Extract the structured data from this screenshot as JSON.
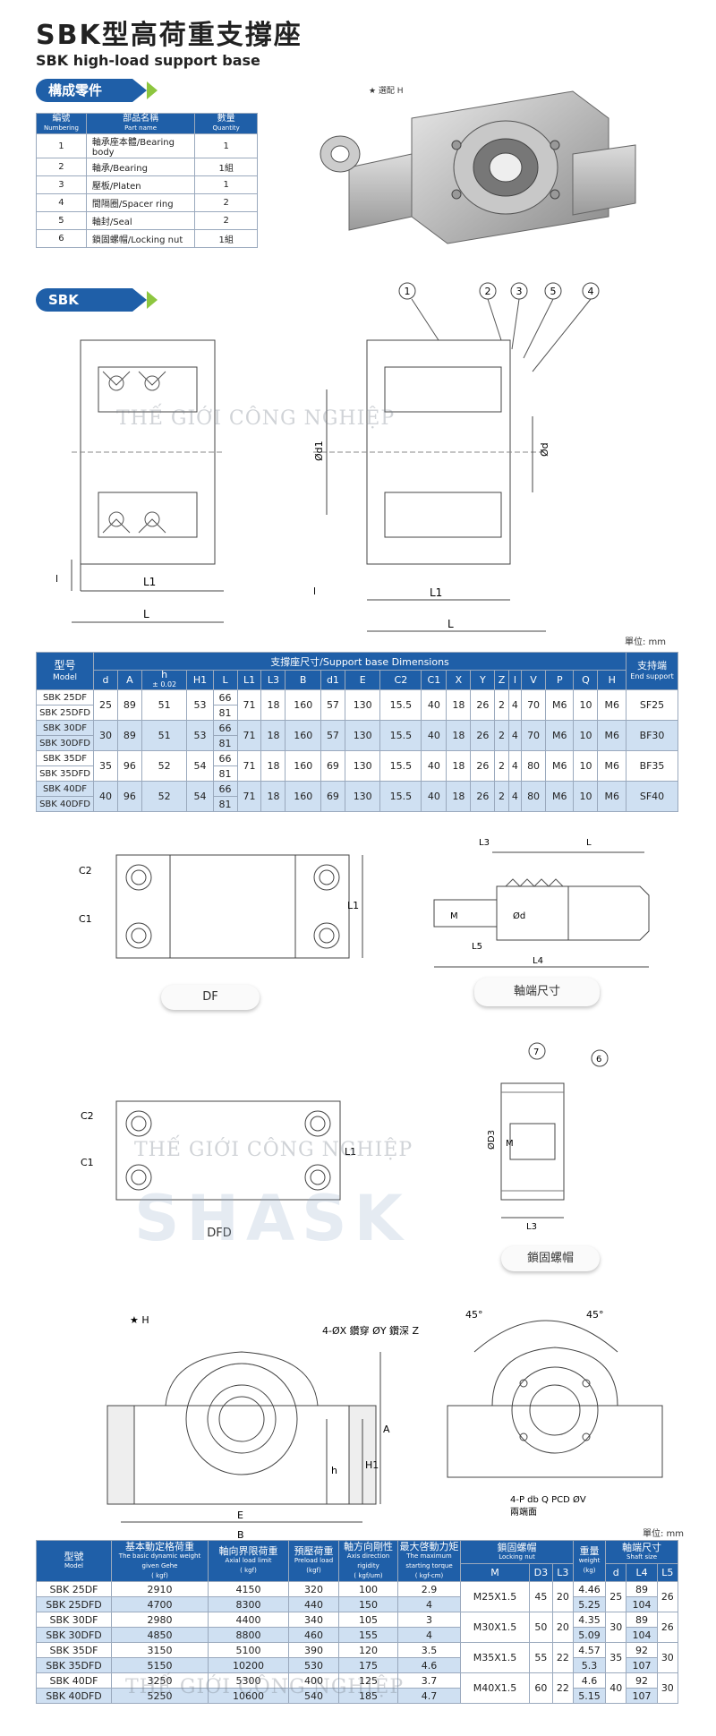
{
  "header": {
    "title_cn": "SBK型高荷重支撐座",
    "title_en": "SBK high-load support base"
  },
  "parts_section": {
    "tag": "構成零件",
    "columns": [
      {
        "cn": "編號",
        "en": "Numbering"
      },
      {
        "cn": "部品名稱",
        "en": "Part name"
      },
      {
        "cn": "數量",
        "en": "Quantity"
      }
    ],
    "rows": [
      {
        "no": "1",
        "name": "軸承座本體/Bearing body",
        "qty": "1"
      },
      {
        "no": "2",
        "name": "軸承/Bearing",
        "qty": "1組"
      },
      {
        "no": "3",
        "name": "壓板/Platen",
        "qty": "1"
      },
      {
        "no": "4",
        "name": "間隔圈/Spacer ring",
        "qty": "2"
      },
      {
        "no": "5",
        "name": "軸封/Seal",
        "qty": "2"
      },
      {
        "no": "6",
        "name": "鎖固螺帽/Locking nut",
        "qty": "1組"
      }
    ],
    "photo_note": "★ 選配 H"
  },
  "sbk_section": {
    "tag": "SBK",
    "callouts": [
      "1",
      "2",
      "3",
      "5",
      "4"
    ],
    "dims": {
      "l": "l",
      "l1": "L1",
      "L": "L",
      "d1": "Ød1",
      "d": "Ød"
    },
    "watermark": "THẾ GIỚI CÔNG NGHIỆP",
    "unit": "單位: mm"
  },
  "dim_table": {
    "model_cn": "型号",
    "model_en": "Model",
    "group_title": "支撐座尺寸/Support base Dimensions",
    "end_cn": "支持端",
    "end_en": "End support",
    "cols": [
      "d",
      "A",
      "h",
      "H1",
      "L",
      "L1",
      "L3",
      "B",
      "d1",
      "E",
      "C2",
      "C1",
      "X",
      "Y",
      "Z",
      "l",
      "V",
      "P",
      "Q",
      "H"
    ],
    "h_tol": "± 0.02",
    "groups": [
      {
        "models": [
          "SBK 25DF",
          "SBK 25DFD"
        ],
        "d": "25",
        "A": "89",
        "h": "51",
        "H1": "53",
        "L": [
          "66",
          "81"
        ],
        "L1": "71",
        "L3": "18",
        "B": "160",
        "d1": "57",
        "E": "130",
        "C2": "15.5",
        "C1": "40",
        "X": "18",
        "Y": "26",
        "Z": "2",
        "l": "4",
        "V": "70",
        "P": "M6",
        "Q": "10",
        "H": "M6",
        "end": "SF25"
      },
      {
        "models": [
          "SBK 30DF",
          "SBK 30DFD"
        ],
        "d": "30",
        "A": "89",
        "h": "51",
        "H1": "53",
        "L": [
          "66",
          "81"
        ],
        "L1": "71",
        "L3": "18",
        "B": "160",
        "d1": "57",
        "E": "130",
        "C2": "15.5",
        "C1": "40",
        "X": "18",
        "Y": "26",
        "Z": "2",
        "l": "4",
        "V": "70",
        "P": "M6",
        "Q": "10",
        "H": "M6",
        "end": "BF30"
      },
      {
        "models": [
          "SBK 35DF",
          "SBK 35DFD"
        ],
        "d": "35",
        "A": "96",
        "h": "52",
        "H1": "54",
        "L": [
          "66",
          "81"
        ],
        "L1": "71",
        "L3": "18",
        "B": "160",
        "d1": "69",
        "E": "130",
        "C2": "15.5",
        "C1": "40",
        "X": "18",
        "Y": "26",
        "Z": "2",
        "l": "4",
        "V": "80",
        "P": "M6",
        "Q": "10",
        "H": "M6",
        "end": "BF35"
      },
      {
        "models": [
          "SBK 40DF",
          "SBK 40DFD"
        ],
        "d": "40",
        "A": "96",
        "h": "52",
        "H1": "54",
        "L": [
          "66",
          "81"
        ],
        "L1": "71",
        "L3": "18",
        "B": "160",
        "d1": "69",
        "E": "130",
        "C2": "15.5",
        "C1": "40",
        "X": "18",
        "Y": "26",
        "Z": "2",
        "l": "4",
        "V": "80",
        "P": "M6",
        "Q": "10",
        "H": "M6",
        "end": "SF40"
      }
    ]
  },
  "drawings": {
    "df_caption": "DF",
    "shaft_caption": "軸端尺寸",
    "dfd_caption": "DFD",
    "nut_caption": "鎖固螺帽",
    "df_labels": [
      "C2",
      "C1",
      "L1"
    ],
    "shaft_labels": [
      "L3",
      "L",
      "M",
      "Ød",
      "L5",
      "L4"
    ],
    "nut_labels": [
      "7",
      "6",
      "ØD3",
      "M",
      "L3"
    ],
    "front_labels": [
      "★ H",
      "4-ØX 鑽穿 ØY 鑽深 Z",
      "A",
      "H1",
      "h",
      "E",
      "B"
    ],
    "side_labels": [
      "45°",
      "45°",
      "4-P db Q PCD ØV",
      "兩端面"
    ],
    "brand": "SHASK"
  },
  "load_table": {
    "unit": "單位: mm",
    "headers": {
      "model": {
        "cn": "型號",
        "en": "Model"
      },
      "dyn": {
        "cn": "基本動定格荷重",
        "en": "The basic dynamic weight given Gehe",
        "unit": "( kgf)"
      },
      "axial": {
        "cn": "軸向界限荷重",
        "en": "Axial load limit",
        "unit": "( kgf)"
      },
      "preload": {
        "cn": "預壓荷重",
        "en": "Preload load",
        "unit": "(kgf)"
      },
      "rigid": {
        "cn": "軸方向剛性",
        "en": "Axis direction rigidity",
        "unit": "( kgf/um)"
      },
      "torque": {
        "cn": "最大啓動力矩",
        "en": "The maximum starting torque",
        "unit": "( kgf-cm)"
      },
      "nut": {
        "cn": "鎖固螺帽",
        "en": "Locking nut"
      },
      "weight": {
        "cn": "重量",
        "en": "weight",
        "unit": "(kg)"
      },
      "shaft": {
        "cn": "軸端尺寸",
        "en": "Shaft size"
      },
      "sub": [
        "M",
        "D3",
        "L3",
        "d",
        "L4",
        "L5"
      ]
    },
    "rows": [
      {
        "model": "SBK 25DF",
        "dyn": "2910",
        "axial": "4150",
        "pre": "320",
        "rig": "100",
        "tq": "2.9",
        "wt": "4.46",
        "L4": "89"
      },
      {
        "model": "SBK 25DFD",
        "dyn": "4700",
        "axial": "8300",
        "pre": "440",
        "rig": "150",
        "tq": "4",
        "wt": "5.25",
        "L4": "104"
      },
      {
        "model": "SBK 30DF",
        "dyn": "2980",
        "axial": "4400",
        "pre": "340",
        "rig": "105",
        "tq": "3",
        "wt": "4.35",
        "L4": "89"
      },
      {
        "model": "SBK 30DFD",
        "dyn": "4850",
        "axial": "8800",
        "pre": "460",
        "rig": "155",
        "tq": "4",
        "wt": "5.09",
        "L4": "104"
      },
      {
        "model": "SBK 35DF",
        "dyn": "3150",
        "axial": "5100",
        "pre": "390",
        "rig": "120",
        "tq": "3.5",
        "wt": "4.57",
        "L4": "92"
      },
      {
        "model": "SBK 35DFD",
        "dyn": "5150",
        "axial": "10200",
        "pre": "530",
        "rig": "175",
        "tq": "4.6",
        "wt": "5.3",
        "L4": "107"
      },
      {
        "model": "SBK 40DF",
        "dyn": "3250",
        "axial": "5300",
        "pre": "400",
        "rig": "125",
        "tq": "3.7",
        "wt": "4.6",
        "L4": "92"
      },
      {
        "model": "SBK 40DFD",
        "dyn": "5250",
        "axial": "10600",
        "pre": "540",
        "rig": "185",
        "tq": "4.7",
        "wt": "5.15",
        "L4": "107"
      }
    ],
    "groups": [
      {
        "M": "M25X1.5",
        "D3": "45",
        "L3": "20",
        "d": "25",
        "L5": "26"
      },
      {
        "M": "M30X1.5",
        "D3": "50",
        "L3": "20",
        "d": "30",
        "L5": "26"
      },
      {
        "M": "M35X1.5",
        "D3": "55",
        "L3": "22",
        "d": "35",
        "L5": "30"
      },
      {
        "M": "M40X1.5",
        "D3": "60",
        "L3": "22",
        "d": "40",
        "L5": "30"
      }
    ]
  }
}
